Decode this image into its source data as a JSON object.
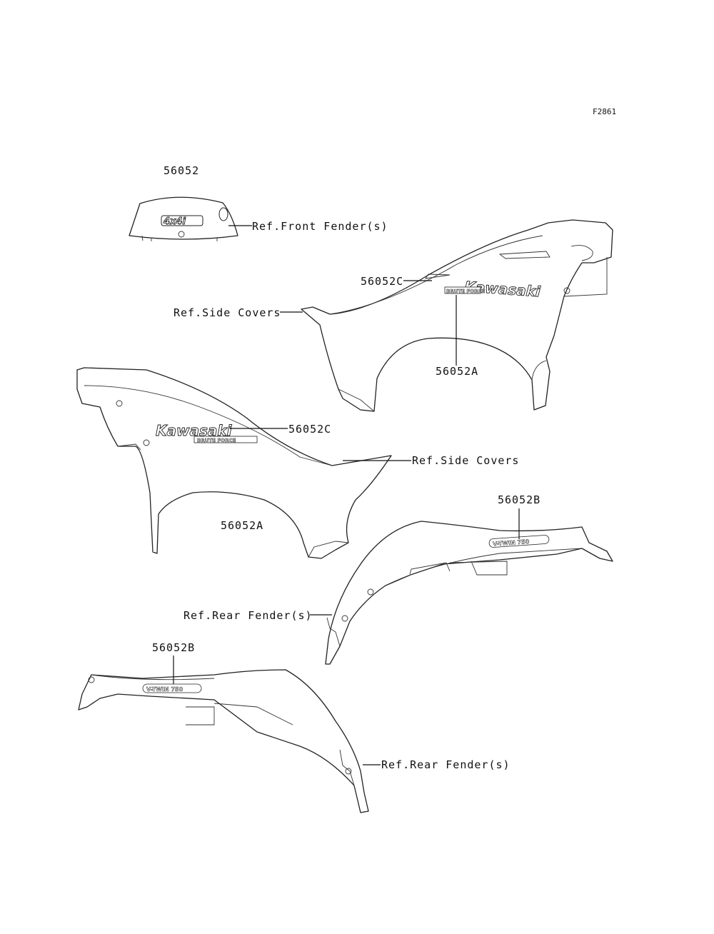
{
  "figure_code": "F2861",
  "labels": {
    "part_56052": "56052",
    "ref_front_fender": "Ref.Front Fender(s)",
    "part_56052c_upper": "56052C",
    "ref_side_covers_upper": "Ref.Side Covers",
    "part_56052a_upper": "56052A",
    "part_56052c_lower": "56052C",
    "ref_side_covers_lower": "Ref.Side Covers",
    "part_56052a_lower": "56052A",
    "part_56052b_upper": "56052B",
    "ref_rear_fender_upper": "Ref.Rear Fender(s)",
    "part_56052b_lower": "56052B",
    "ref_rear_fender_lower": "Ref.Rear Fender(s)"
  },
  "decals": {
    "front": "4x4i",
    "kawasaki": "Kawasaki",
    "brute_force": "BRUTE FORCE",
    "vforce": "V-TWIN 750"
  }
}
